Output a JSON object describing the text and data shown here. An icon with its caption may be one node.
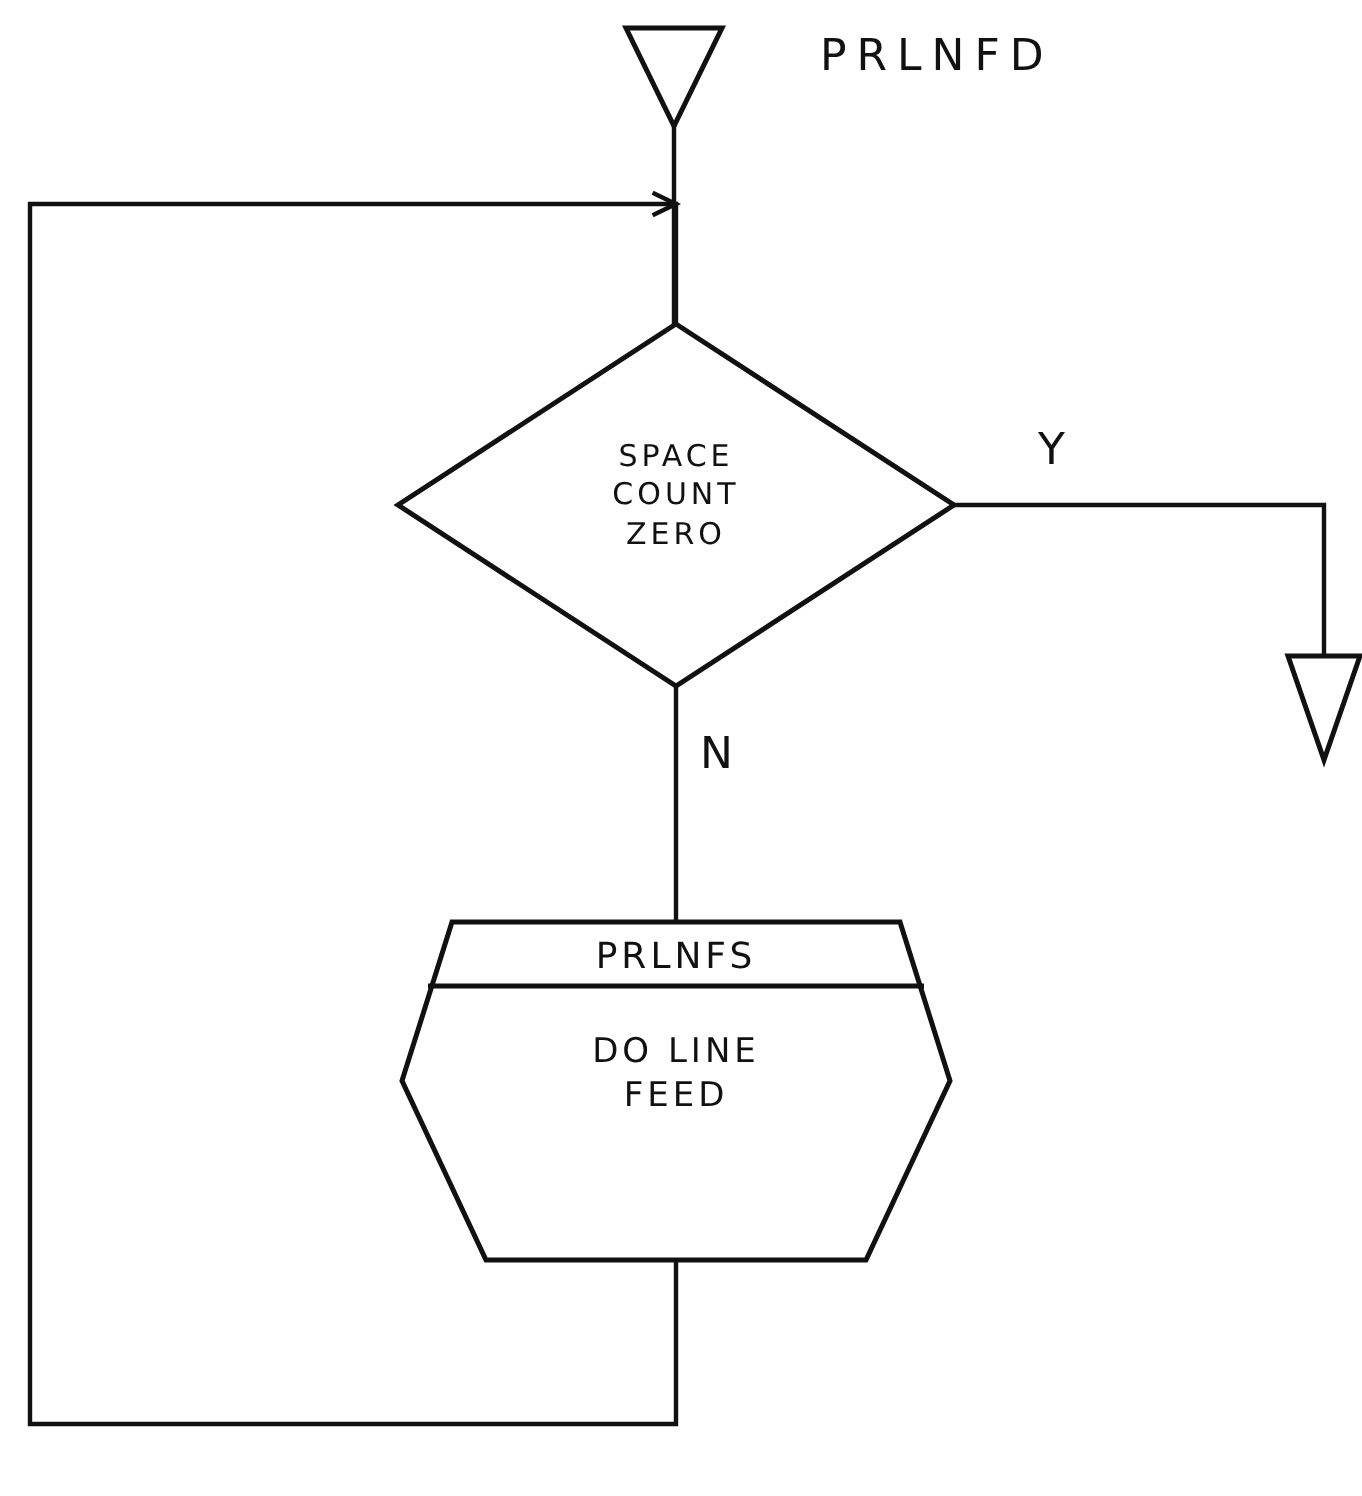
{
  "diagram": {
    "nodes": [
      {
        "text": [],
        "shape": "triangle",
        "beside": [
          "PRLNFD"
        ]
      },
      {
        "text": [
          "SPACE COUNT ZERO"
        ]
      },
      {
        "text": [],
        "shape": "triangle"
      },
      {
        "text": [
          "PRLNFS",
          "DO LINE FEED"
        ]
      }
    ],
    "edges": [
      {
        "from": 0,
        "to": 1,
        "arrow": "none"
      },
      {
        "from": 1,
        "to": 2,
        "arrow": "none",
        "label": "Y"
      },
      {
        "from": 1,
        "to": 3,
        "arrow": "none",
        "label": "N"
      },
      {
        "from": 3,
        "to": 1,
        "arrow": "to"
      }
    ]
  }
}
